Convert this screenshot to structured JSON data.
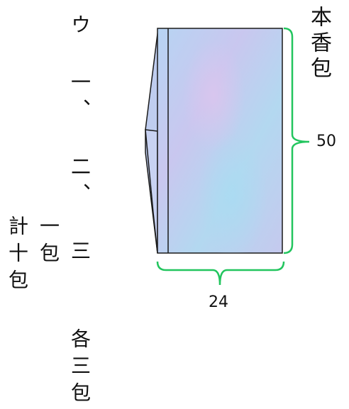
{
  "title": "本香包",
  "lines": [
    {
      "id": "line-1",
      "text": "ウ 一、 二、 三  各三包"
    },
    {
      "id": "line-2",
      "text": "一包"
    },
    {
      "id": "line-3",
      "text": "計十包"
    }
  ],
  "dimensions": {
    "height": "50",
    "width": "24"
  },
  "colors": {
    "bracket": "#22c55e",
    "outline": "#1a1a1a",
    "paper": "#b9d6f2"
  }
}
